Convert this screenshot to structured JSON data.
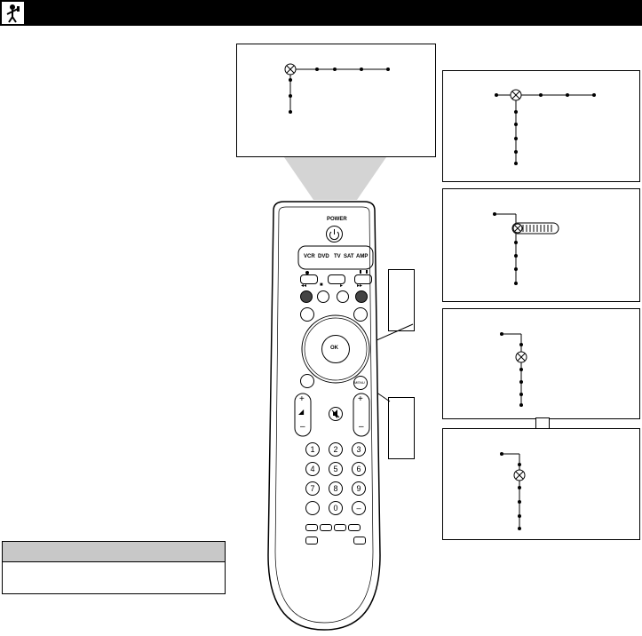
{
  "header": {
    "icon": "remote-control-figure-icon",
    "title": ""
  },
  "remote": {
    "power_label": "POWER",
    "source_buttons": [
      "VCR",
      "DVD",
      "TV",
      "SAT",
      "AMP"
    ],
    "ok_label": "OK",
    "menu_label": "MENU",
    "number_keys": [
      "1",
      "2",
      "3",
      "4",
      "5",
      "6",
      "7",
      "8",
      "9",
      "",
      "0",
      "–"
    ],
    "icons": [
      "power-icon",
      "record-icon",
      "pause-icon",
      "rewind-icon",
      "stop-icon",
      "play-icon",
      "fast-forward-icon",
      "mute-icon",
      "volume-icon"
    ]
  },
  "tip": {
    "heading": "",
    "body": ""
  },
  "colors": {
    "header": "#000000",
    "tip_heading_bg": "#c8c8c8",
    "beam": "#d0d0d0"
  }
}
